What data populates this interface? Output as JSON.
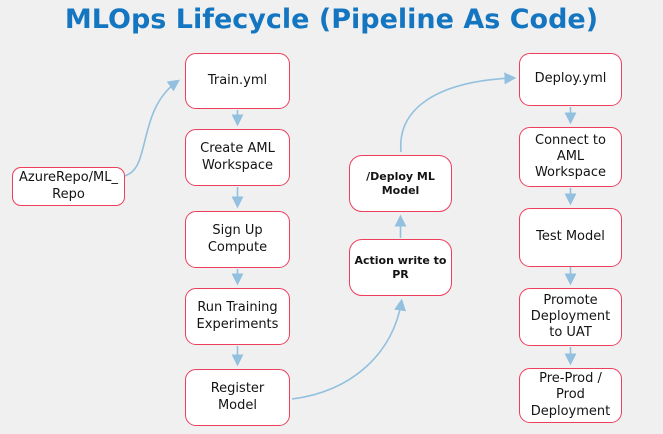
{
  "title": "MLOps Lifecycle (Pipeline As Code)",
  "colors": {
    "title_blue": "#1476c1",
    "node_border_red": "#ee3e5b",
    "node_fill": "#ffffff",
    "arrow_blue": "#92c0de",
    "background": "#f0f0f1",
    "text": "#141414"
  },
  "nodes": {
    "azure_repo": {
      "label": "AzureRepo/ML_\nRepo"
    },
    "train_yml": {
      "label": "Train.yml"
    },
    "create_aml": {
      "label": "Create AML\nWorkspace"
    },
    "sign_up_compute": {
      "label": "Sign Up\nCompute"
    },
    "run_training": {
      "label": "Run Training\nExperiments"
    },
    "register_model": {
      "label": "Register\nModel"
    },
    "deploy_ml_model": {
      "label": "/Deploy ML Model"
    },
    "action_write_pr": {
      "label": "Action write to PR"
    },
    "deploy_yml": {
      "label": "Deploy.yml"
    },
    "connect_aml": {
      "label": "Connect to\nAML\nWorkspace"
    },
    "test_model": {
      "label": "Test Model"
    },
    "promote_uat": {
      "label": "Promote\nDeployment\nto UAT"
    },
    "preprod_deploy": {
      "label": "Pre-Prod /\nProd\nDeployment"
    }
  },
  "edges": [
    {
      "from": "azure_repo",
      "to": "train_yml",
      "style": "curved"
    },
    {
      "from": "train_yml",
      "to": "create_aml",
      "style": "straight-down"
    },
    {
      "from": "create_aml",
      "to": "sign_up_compute",
      "style": "straight-down"
    },
    {
      "from": "sign_up_compute",
      "to": "run_training",
      "style": "straight-down"
    },
    {
      "from": "run_training",
      "to": "register_model",
      "style": "straight-down"
    },
    {
      "from": "register_model",
      "to": "action_write_pr",
      "style": "curved"
    },
    {
      "from": "action_write_pr",
      "to": "deploy_ml_model",
      "style": "straight-up"
    },
    {
      "from": "deploy_ml_model",
      "to": "deploy_yml",
      "style": "curved"
    },
    {
      "from": "deploy_yml",
      "to": "connect_aml",
      "style": "straight-down"
    },
    {
      "from": "connect_aml",
      "to": "test_model",
      "style": "straight-down"
    },
    {
      "from": "test_model",
      "to": "promote_uat",
      "style": "straight-down"
    },
    {
      "from": "promote_uat",
      "to": "preprod_deploy",
      "style": "straight-down"
    }
  ]
}
